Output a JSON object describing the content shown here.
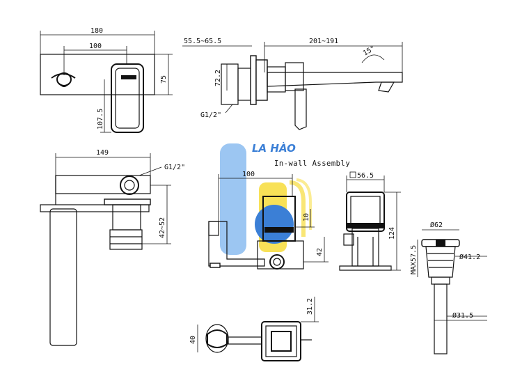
{
  "brand": {
    "name": "LA HÀO",
    "colors": {
      "blue": "#3b7fd6",
      "light_blue": "#9cc6f2",
      "yellow": "#f7dc3a"
    }
  },
  "labels": {
    "assembly": "In-wall Assembly"
  },
  "dimensions": {
    "front_width_total": "180",
    "front_width_inner": "100",
    "front_height": "75",
    "front_handle_height": "107.5",
    "side_wall_depth": "55.5~65.5",
    "side_spout_length": "201~191",
    "side_angle": "15°",
    "side_height": "72.2",
    "side_thread": "G1/2\"",
    "plan_length": "149",
    "plan_thread": "G1/2\"",
    "plan_height": "42~52",
    "assembly_width": "100",
    "assembly_height_10": "10",
    "assembly_height_42": "42",
    "box_width": "56.5",
    "box_height": "124",
    "drain_top_dia": "Ø62",
    "drain_mid_dia": "Ø41.2",
    "drain_low_dia": "Ø31.5",
    "drain_max": "MAX57.5",
    "bottom_height_40": "40",
    "bottom_height_31_2": "31.2"
  }
}
